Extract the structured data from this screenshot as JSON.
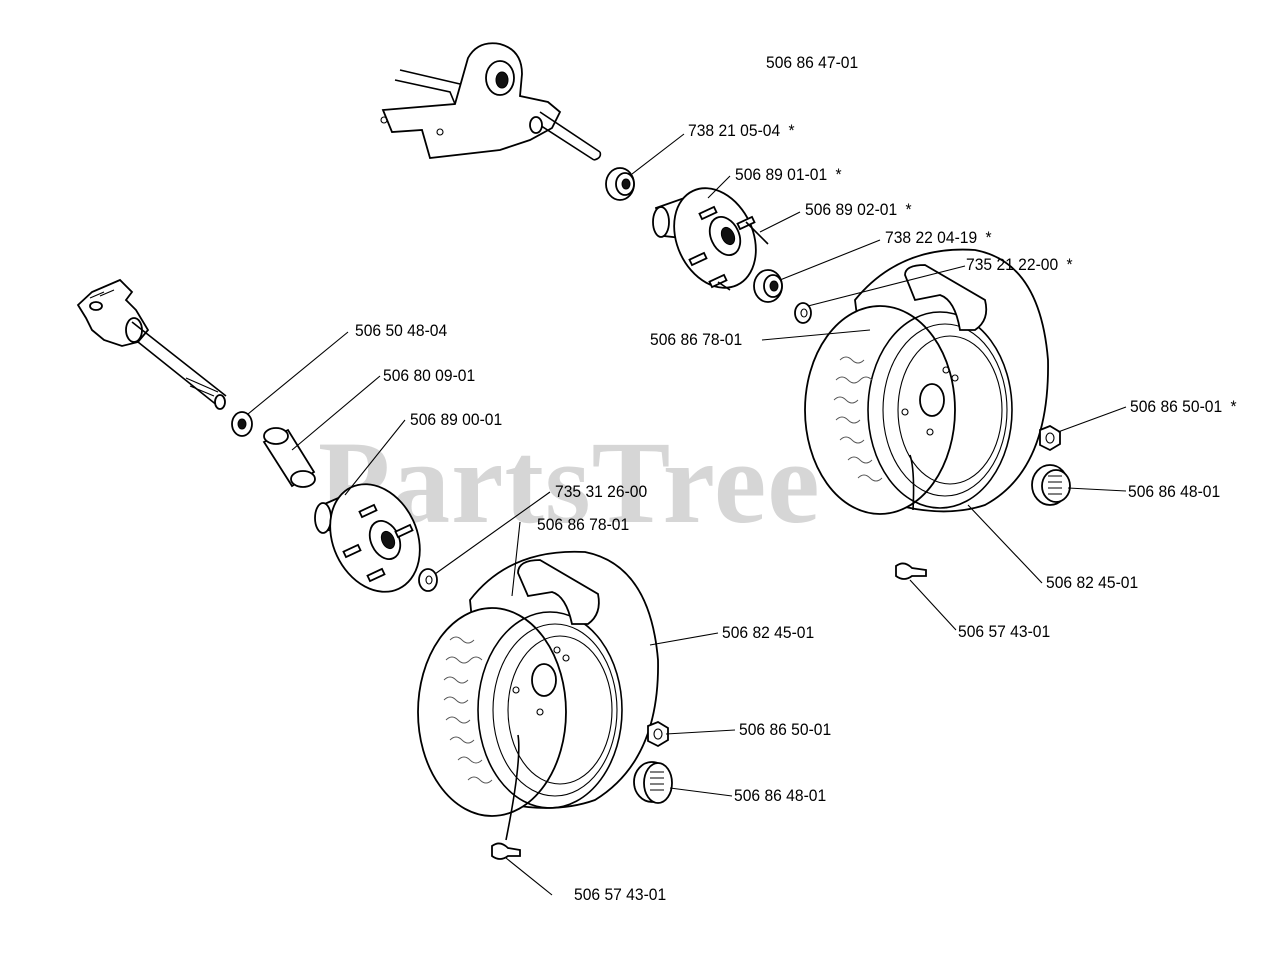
{
  "watermark": "PartsTree",
  "labels": {
    "top_assembly": "506 86 47-01",
    "bearing_top": "738 21 05-04",
    "hub_top": "506 89 01-01",
    "stud_top": "506 89 02-01",
    "bearing_top_2": "738 22 04-19",
    "washer_top": "735 21 22-00",
    "wheel_right_spacer": "506 86 78-01",
    "nut_right": "506 86 50-01",
    "cap_right": "506 86 48-01",
    "tire_right": "506 82 45-01",
    "valve_right": "506 57 43-01",
    "washer_left": "506 50 48-04",
    "spacer_left": "506 80 09-01",
    "hub_left": "506 89 00-01",
    "washer_left_2": "735 31 26-00",
    "wheel_left_spacer": "506 86 78-01",
    "tire_left": "506 82 45-01",
    "nut_left": "506 86 50-01",
    "cap_left": "506 86 48-01",
    "valve_left": "506 57 43-01"
  },
  "asterisk": "*"
}
